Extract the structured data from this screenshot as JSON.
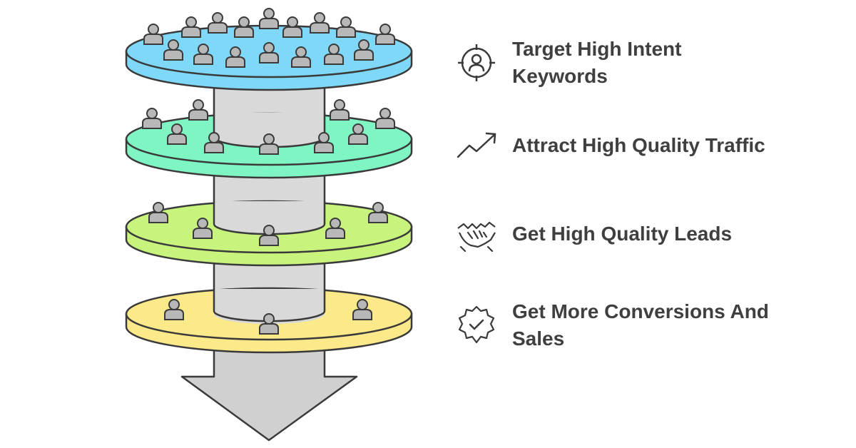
{
  "steps": [
    {
      "label": "Target High Intent Keywords",
      "icon": "target-person-icon"
    },
    {
      "label": "Attract High Quality Traffic",
      "icon": "trend-up-icon"
    },
    {
      "label": "Get High Quality Leads",
      "icon": "handshake-icon"
    },
    {
      "label": "Get More Conversions And Sales",
      "icon": "verified-badge-icon"
    }
  ],
  "tier_colors": {
    "tier1": "#7fd8f7",
    "tier2": "#7ff5c4",
    "tier3": "#c8f47e",
    "tier4": "#fbe98a",
    "column": "#d9d9d9",
    "arrow": "#d0d0d0",
    "person": "#b8b8b8",
    "outline": "#3a3a3a"
  }
}
